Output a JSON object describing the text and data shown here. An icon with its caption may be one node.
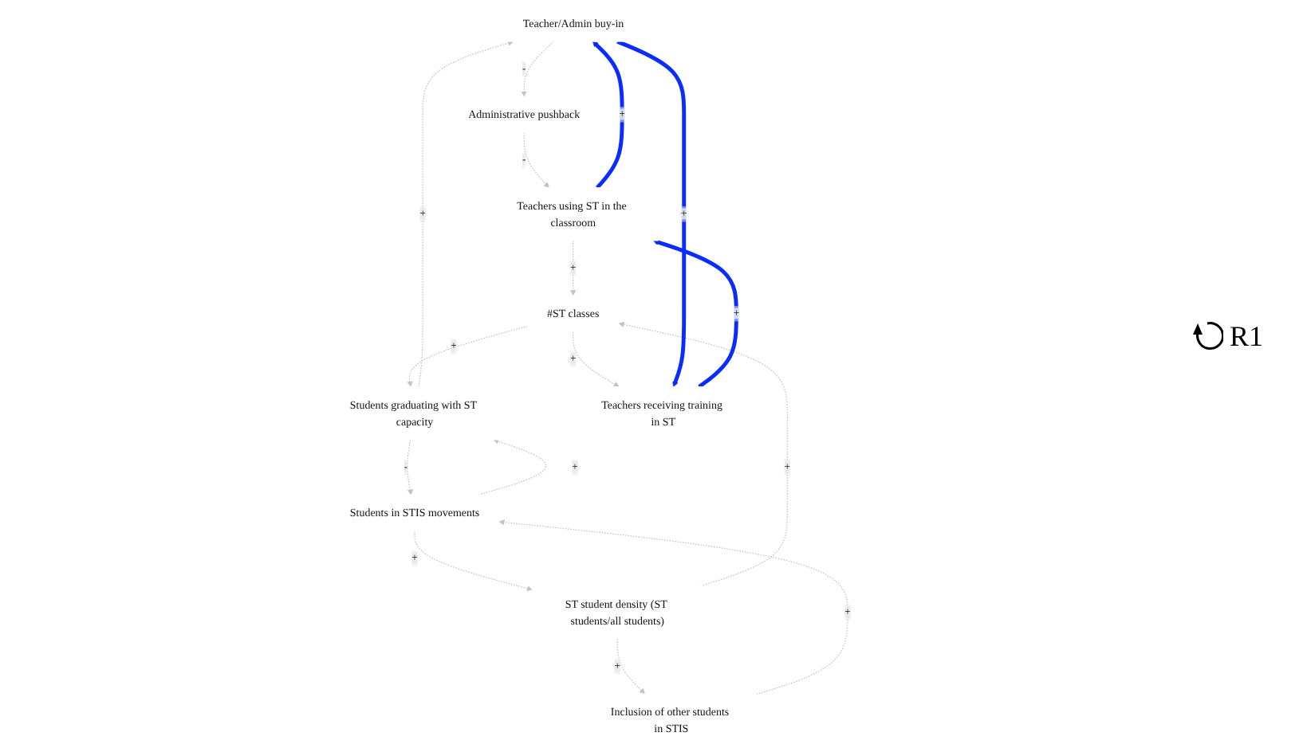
{
  "diagram": {
    "nodes": [
      {
        "text": [
          "Teacher/Admin buy-in"
        ]
      },
      {
        "text": [
          "Students graduating with ST capacity"
        ]
      },
      {
        "text": [
          "Administrative pushback"
        ]
      },
      {
        "text": [
          "Students in STIS movements"
        ]
      },
      {
        "text": [
          "Teachers using ST in the classroom"
        ]
      },
      {
        "text": [
          "ST student density (ST students/all students)"
        ]
      },
      {
        "text": [
          "#ST classes"
        ]
      },
      {
        "text": [
          "Inclusion of other students in STIS"
        ]
      },
      {
        "text": [
          "Teachers receiving training in ST"
        ]
      }
    ],
    "edges": [
      {
        "from": 1,
        "to": 0,
        "arrow": "to",
        "label": "+",
        "style": "dashed"
      },
      {
        "from": 0,
        "to": 2,
        "arrow": "to",
        "label": "-",
        "style": "dashed"
      },
      {
        "from": 2,
        "to": 4,
        "arrow": "to",
        "label": "-",
        "style": "dashed"
      },
      {
        "from": 4,
        "to": 6,
        "arrow": "to",
        "label": "+",
        "style": "dashed"
      },
      {
        "from": 6,
        "to": 1,
        "arrow": "to",
        "label": "+",
        "style": "dashed"
      },
      {
        "from": 6,
        "to": 8,
        "arrow": "to",
        "label": "+",
        "style": "dashed"
      },
      {
        "from": 1,
        "to": 3,
        "arrow": "to",
        "label": "-",
        "style": "dashed"
      },
      {
        "from": 3,
        "to": 1,
        "arrow": "to",
        "label": "+",
        "style": "dashed"
      },
      {
        "from": 3,
        "to": 5,
        "arrow": "to",
        "label": "+",
        "style": "dashed"
      },
      {
        "from": 5,
        "to": 7,
        "arrow": "to",
        "label": "+",
        "style": "dashed"
      },
      {
        "from": 7,
        "to": 3,
        "arrow": "to",
        "label": "+",
        "style": "dashed"
      },
      {
        "from": 5,
        "to": 6,
        "arrow": "to",
        "label": "+",
        "style": "dashed"
      },
      {
        "from": 4,
        "to": 0,
        "arrow": "to",
        "label": "+",
        "style": "thick",
        "color": "#0a2cff"
      },
      {
        "from": 0,
        "to": 8,
        "arrow": "to",
        "label": "+",
        "style": "thick",
        "color": "#0a2cff"
      },
      {
        "from": 8,
        "to": 4,
        "arrow": "to",
        "label": "+",
        "style": "thick",
        "color": "#0a2cff"
      }
    ],
    "labels": [
      "R1"
    ]
  }
}
